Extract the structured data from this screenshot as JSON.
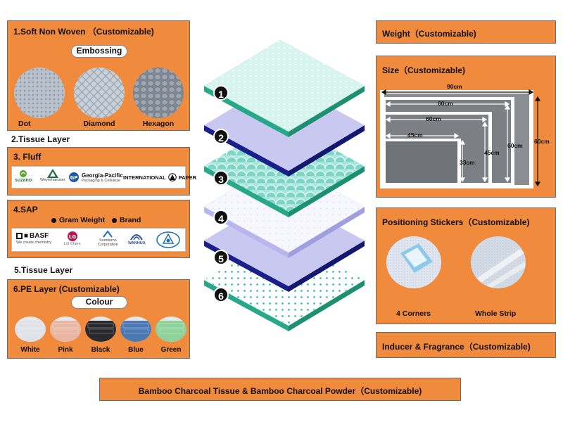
{
  "soft_nonwoven": {
    "title": "1.Soft Non Woven （Customizable)",
    "embossing_label": "Embossing",
    "patterns": [
      "Dot",
      "Diamond",
      "Hexagon"
    ]
  },
  "tissue_layer_top": {
    "title": "2.Tissue Layer"
  },
  "fluff": {
    "title": "3. Fluff",
    "brands": [
      {
        "name": "suzano",
        "sub": ""
      },
      {
        "name": "Weyerhaeuser",
        "sub": ""
      },
      {
        "name": "Georgia-Pacific",
        "sub": "Packaging & Cellulose"
      },
      {
        "name": "INTERNATIONAL",
        "sub": ""
      },
      {
        "name": "PAPER",
        "sub": ""
      }
    ]
  },
  "sap": {
    "title": "4.SAP",
    "bullets": [
      "Gram Weight",
      "Brand"
    ],
    "brands": [
      {
        "name": "BASF",
        "sub": "We create chemistry"
      },
      {
        "name": "LG Chem",
        "sub": ""
      },
      {
        "name": "Sumitomo",
        "sub": "Corporation"
      },
      {
        "name": "WANHUA",
        "sub": ""
      }
    ]
  },
  "tissue_layer_bottom": {
    "title": "5.Tissue Layer"
  },
  "pe_layer": {
    "title": "6.PE Layer (Customizable)",
    "colour_label": "Colour",
    "colors": [
      {
        "name": "White",
        "hex": "#dfe3e8"
      },
      {
        "name": "Pink",
        "hex": "#e9b7a4"
      },
      {
        "name": "Black",
        "hex": "#2a2a2e"
      },
      {
        "name": "Blue",
        "hex": "#4c79b3"
      },
      {
        "name": "Green",
        "hex": "#8fd39a"
      }
    ]
  },
  "layers": {
    "numbers": [
      "1",
      "2",
      "3",
      "4",
      "5",
      "6"
    ],
    "colors": {
      "teal": "#2fb89a",
      "navy": "#1b1f8c",
      "lavender": "#c9c8f0",
      "light_teal": "#c9f1ea",
      "white_layer": "#f4f5ff"
    }
  },
  "weight": {
    "title": "Weight（Customizable)"
  },
  "size": {
    "title": "Size（Customizable)",
    "labels": {
      "w90": "90cm",
      "w60a": "60cm",
      "w60b": "60cm",
      "w45": "45cm",
      "h60a": "60cm",
      "h60b": "60cm",
      "h45": "45cm",
      "h33": "33cm"
    }
  },
  "stickers": {
    "title": "Positioning Stickers（Customizable)",
    "items": [
      "4 Corners",
      "Whole Strip"
    ]
  },
  "inducer": {
    "title": "Inducer & Fragrance（Customizable)"
  },
  "bamboo": {
    "title": "Bamboo Charcoal Tissue & Bamboo Charcoal Powder（Customizable)"
  },
  "accent": "#f08a3c"
}
